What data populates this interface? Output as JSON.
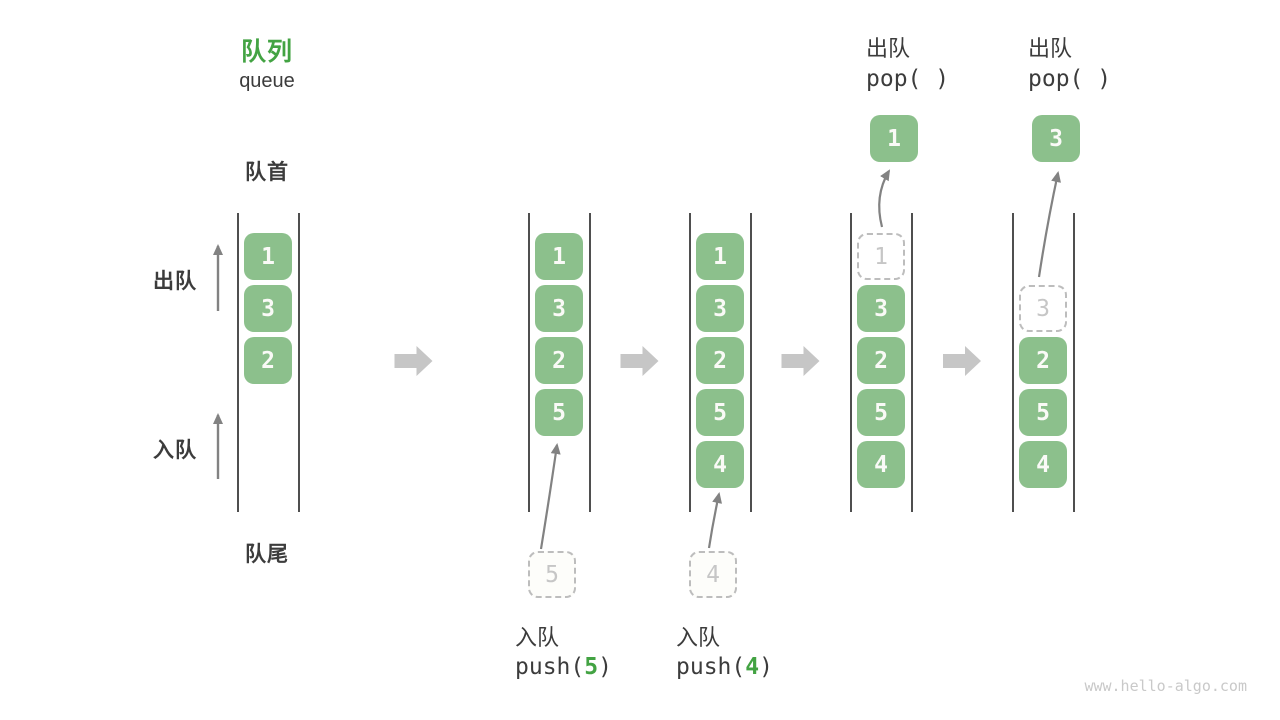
{
  "header": {
    "title": "队列",
    "subtitle": "queue"
  },
  "position_labels": {
    "front": "队首",
    "rear": "队尾"
  },
  "side_labels": {
    "dequeue": "出队",
    "enqueue": "入队"
  },
  "operations": {
    "dequeue_label": "出队",
    "enqueue_label": "入队",
    "pop_code": "pop( )",
    "push_prefix": "push(",
    "push_suffix": ")"
  },
  "queues": [
    {
      "name": "state-1-initial",
      "cells": [
        {
          "value": "1",
          "state": "filled"
        },
        {
          "value": "3",
          "state": "filled"
        },
        {
          "value": "2",
          "state": "filled"
        },
        {
          "value": "",
          "state": "empty"
        },
        {
          "value": "",
          "state": "empty"
        }
      ]
    },
    {
      "name": "state-2-push-5",
      "incoming_value": "5",
      "cells": [
        {
          "value": "1",
          "state": "filled"
        },
        {
          "value": "3",
          "state": "filled"
        },
        {
          "value": "2",
          "state": "filled"
        },
        {
          "value": "5",
          "state": "filled"
        },
        {
          "value": "",
          "state": "empty"
        }
      ]
    },
    {
      "name": "state-3-push-4",
      "incoming_value": "4",
      "cells": [
        {
          "value": "1",
          "state": "filled"
        },
        {
          "value": "3",
          "state": "filled"
        },
        {
          "value": "2",
          "state": "filled"
        },
        {
          "value": "5",
          "state": "filled"
        },
        {
          "value": "4",
          "state": "filled"
        }
      ]
    },
    {
      "name": "state-4-pop-1",
      "popped_value": "1",
      "cells": [
        {
          "value": "1",
          "state": "dashed"
        },
        {
          "value": "3",
          "state": "filled"
        },
        {
          "value": "2",
          "state": "filled"
        },
        {
          "value": "5",
          "state": "filled"
        },
        {
          "value": "4",
          "state": "filled"
        }
      ]
    },
    {
      "name": "state-5-pop-3",
      "popped_value": "3",
      "cells": [
        {
          "value": "",
          "state": "empty"
        },
        {
          "value": "3",
          "state": "dashed"
        },
        {
          "value": "2",
          "state": "filled"
        },
        {
          "value": "5",
          "state": "filled"
        },
        {
          "value": "4",
          "state": "filled"
        }
      ]
    }
  ],
  "watermark": "www.hello-algo.com",
  "colors": {
    "accent_green": "#43A343",
    "box_green": "#8CC08C",
    "box_text": "#FAFAF7",
    "dark_text": "#3C3C3C",
    "channel_line": "#4F4F4F",
    "thin_arrow": "#828282",
    "block_arrow": "#C6C6C6",
    "dashed_border": "#BDBDBD",
    "dashed_text": "#C6C6C6",
    "watermark_gray": "#C9C9C9"
  }
}
